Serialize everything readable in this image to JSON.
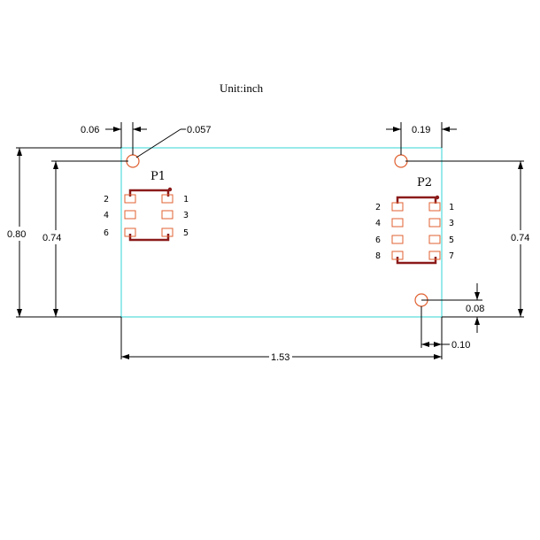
{
  "title": "Unit:inch",
  "colors": {
    "outline": "#33d6d6",
    "pad": "#e06030",
    "body": "#8b1a1a",
    "hole": "#e06030",
    "dimension": "#000000"
  },
  "dimensions": {
    "overall_width": "1.53",
    "overall_height": "0.80",
    "hole_spacing_left": "0.74",
    "hole_spacing_right": "0.74",
    "edge_offset_left": "0.06",
    "hole_diameter": "0.057",
    "edge_offset_right_top": "0.19",
    "bottom_hole_offset_y": "0.08",
    "bottom_hole_offset_x": "0.10"
  },
  "connectors": [
    {
      "name": "P1",
      "pins_left": [
        "2",
        "4",
        "6"
      ],
      "pins_right": [
        "1",
        "3",
        "5"
      ]
    },
    {
      "name": "P2",
      "pins_left": [
        "2",
        "4",
        "6",
        "8"
      ],
      "pins_right": [
        "1",
        "3",
        "5",
        "7"
      ]
    }
  ]
}
